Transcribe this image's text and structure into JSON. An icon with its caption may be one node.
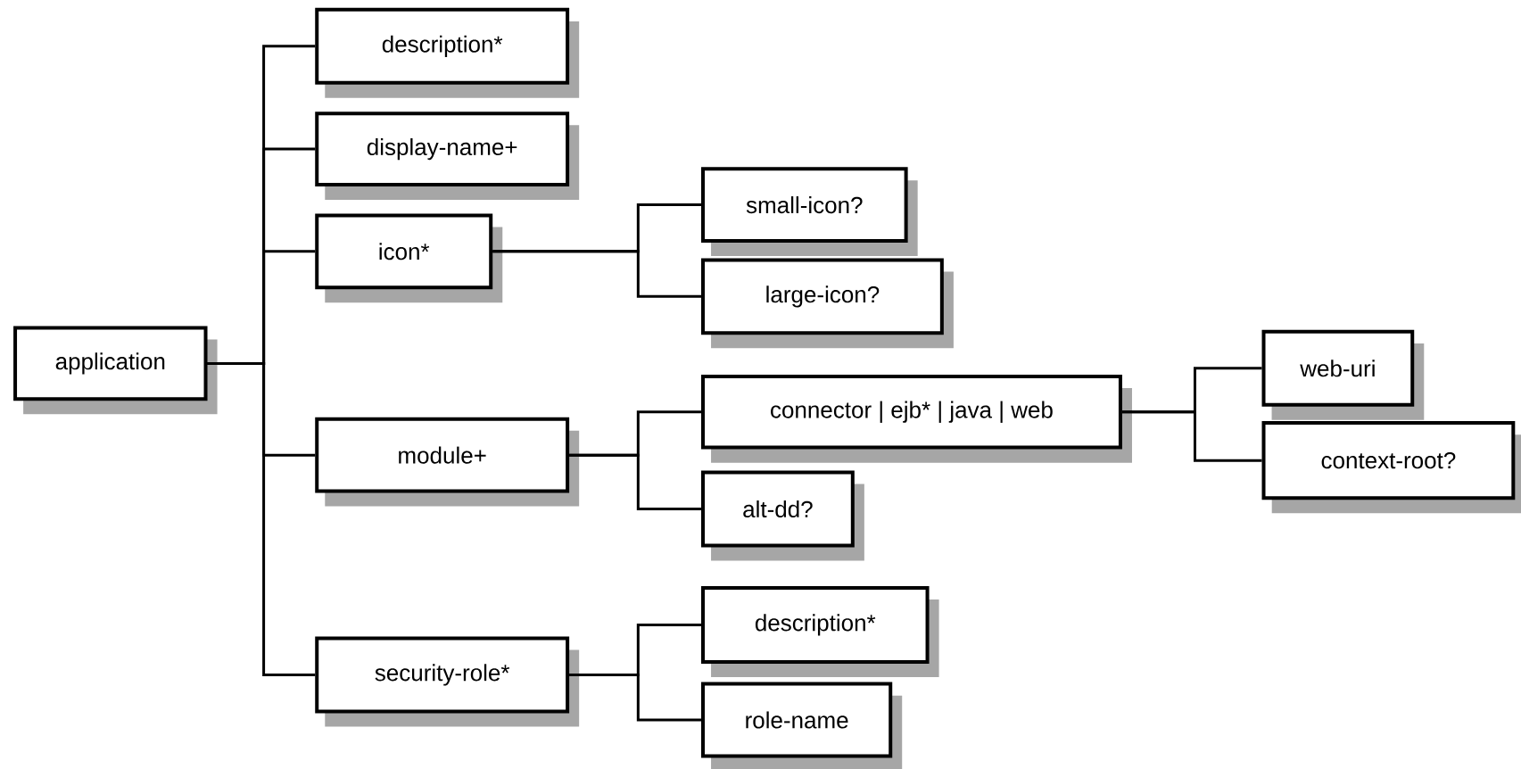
{
  "diagram": {
    "nodes": [
      {
        "text": [
          "application"
        ]
      },
      {
        "text": [
          "description*"
        ]
      },
      {
        "text": [
          "display-name+"
        ]
      },
      {
        "text": [
          "icon*"
        ]
      },
      {
        "text": [
          "small-icon?"
        ]
      },
      {
        "text": [
          "large-icon?"
        ]
      },
      {
        "text": [
          "module+"
        ]
      },
      {
        "text": [
          "connector | ejb* | java | web"
        ]
      },
      {
        "text": [
          "web-uri"
        ]
      },
      {
        "text": [
          "context-root?"
        ]
      },
      {
        "text": [
          "alt-dd?"
        ]
      },
      {
        "text": [
          "security-role*"
        ]
      },
      {
        "text": [
          "description*"
        ]
      },
      {
        "text": [
          "role-name"
        ]
      }
    ],
    "edges": [
      {
        "from": 0,
        "to": 1,
        "arrow": "none"
      },
      {
        "from": 0,
        "to": 2,
        "arrow": "none"
      },
      {
        "from": 0,
        "to": 3,
        "arrow": "none"
      },
      {
        "from": 3,
        "to": 4,
        "arrow": "none"
      },
      {
        "from": 3,
        "to": 5,
        "arrow": "none"
      },
      {
        "from": 0,
        "to": 6,
        "arrow": "none"
      },
      {
        "from": 6,
        "to": 7,
        "arrow": "none"
      },
      {
        "from": 7,
        "to": 8,
        "arrow": "none"
      },
      {
        "from": 7,
        "to": 9,
        "arrow": "none"
      },
      {
        "from": 6,
        "to": 10,
        "arrow": "none"
      },
      {
        "from": 0,
        "to": 11,
        "arrow": "none"
      },
      {
        "from": 11,
        "to": 12,
        "arrow": "none"
      },
      {
        "from": 11,
        "to": 13,
        "arrow": "none"
      }
    ]
  }
}
